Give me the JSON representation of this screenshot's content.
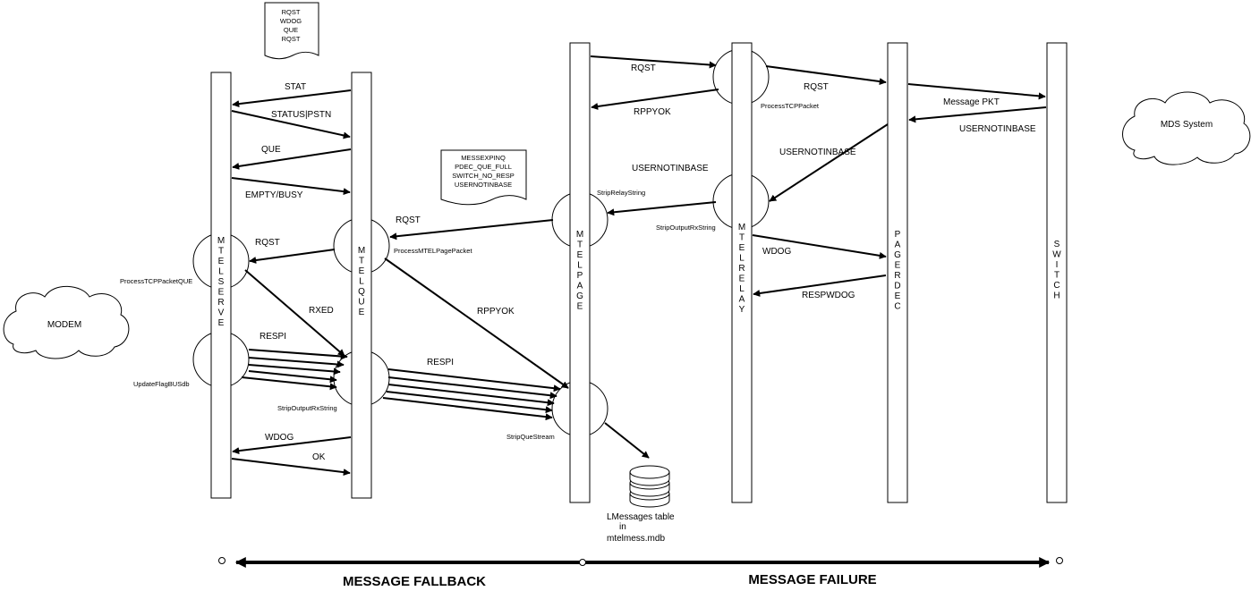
{
  "lifelines": {
    "mtelserve": "MTELSERVE",
    "mtelque": "MTELQUE",
    "mtelpage": "MTELPAGE",
    "mtelrelay": "MTELRELAY",
    "pagerdec": "PAGERDEC",
    "switch": "SWITCH"
  },
  "clouds": {
    "modem": "MODEM",
    "mds": "MDS System"
  },
  "notes": {
    "top_note": [
      "RQST",
      "WDOG",
      "QUE",
      "RQST"
    ],
    "error_note": [
      "MESSEXPINQ",
      "PDEC_QUE_FULL",
      "SWITCH_NO_RESP",
      "USERNOTINBASE"
    ]
  },
  "processes": {
    "process_tcp_packet_que": "ProcessTCPPacketQUE",
    "update_flag_busdb": "UpdateFlagBUSdb",
    "process_mtel_page_packet": "ProcessMTELPagePacket",
    "strip_output_rx_string_que": "StripOutputRxString",
    "strip_relay_string": "StripRelayString",
    "strip_que_stream": "StripQueStream",
    "process_tcp_packet": "ProcessTCPPacket",
    "strip_output_rx_string_relay": "StripOutputRxString"
  },
  "messages": {
    "stat": "STAT",
    "status_pstn": "STATUS|PSTN",
    "que": "QUE",
    "empty_busy": "EMPTY/BUSY",
    "rqst_page_to_que": "RQST",
    "rqst_que_to_serve": "RQST",
    "rxed": "RXED",
    "respi_serve": "RESPI",
    "respi_que": "RESPI",
    "rppyok_que_page": "RPPYOK",
    "wdog_serve": "WDOG",
    "ok": "OK",
    "rqst_page_relay": "RQST",
    "rppyok_relay_page": "RPPYOK",
    "rqst_relay_pager": "RQST",
    "message_pkt": "Message PKT",
    "usernotinbase_switch": "USERNOTINBASE",
    "usernotinbase_pager": "USERNOTINBASE",
    "usernotinbase_relay": "USERNOTINBASE",
    "wdog_relay": "WDOG",
    "respwdog": "RESPWDOG"
  },
  "database": {
    "line1": "LMessages table",
    "line2": "in",
    "line3": "mtelmess.mdb"
  },
  "footer": {
    "fallback": "MESSAGE FALLBACK",
    "failure": "MESSAGE FAILURE"
  }
}
